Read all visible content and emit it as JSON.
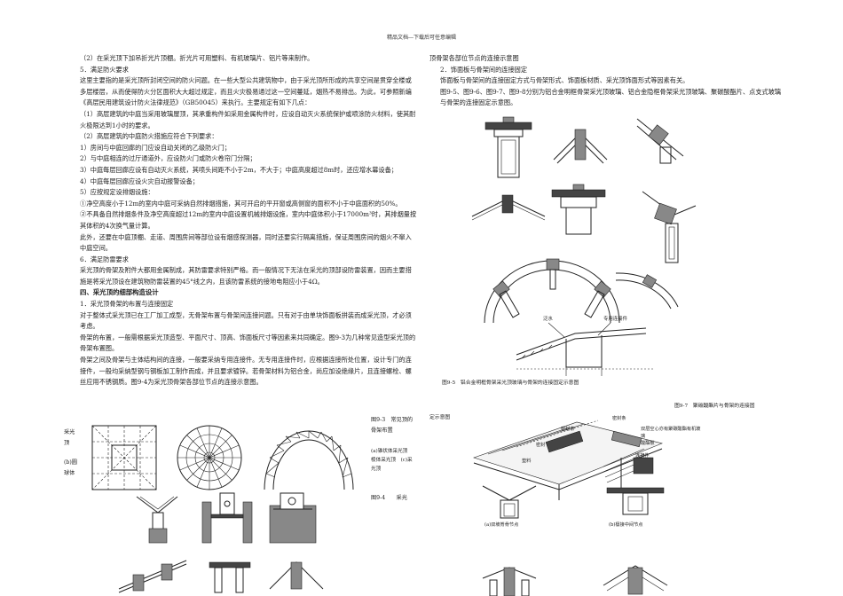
{
  "header": "精品文档---下载后可任意编辑",
  "left_paragraphs": [
    {
      "text": "（2）在采光顶下加吊折光片顶棚。折光片可用塑料、有机玻璃片、铝片等来制作。",
      "cls": "ind"
    },
    {
      "text": "5．满足防火要求",
      "cls": "ind"
    },
    {
      "text": "这里主要指的是采光顶所封闭空间的防火问题。在一些大型公共建筑物中，由于采光顶所形成的共享空间是贯穿全楼或多层楼层，从而使得防火分区面积大大超过规定，而且火灾极易通过这一空间蔓延，烟热不易排出。为此，可参照新编《高层民用建筑设计防火法律规范》（GB50045）来执行。主要规定有如下几点：",
      "cls": "ind"
    },
    {
      "text": "（1）高层建筑的中庭当采用玻璃屋顶，其承重构件如采用金属构件时，应设自动灭火系统保护或喷涂防火材料，使其耐火极限达到1小时的要求。",
      "cls": "ind"
    },
    {
      "text": "（2）高层建筑的中庭防火措施应符合下列要求：",
      "cls": "ind"
    },
    {
      "text": "1）房间与中庭回廊的门应设自动关闭的乙级防火门；",
      "cls": "ind"
    },
    {
      "text": "2）与中庭相连的过厅通道外，应设防火门或防火卷帘门分隔；",
      "cls": "ind"
    },
    {
      "text": "3）中庭每层回廊应设有自动灭火系统，其喷头间距不小于2m，不大于；中庭高度超过8m时，还应增水幕设备；",
      "cls": "ind"
    },
    {
      "text": "4）中庭每层回廊应设火灾自动报警设备；",
      "cls": "ind"
    },
    {
      "text": "5）应按规定设排烟设施：",
      "cls": "ind"
    },
    {
      "text": "①净空高度小于12m的室内中庭可采纳自然排烟措施，其可开启的平开窗或高侧窗的面积不小于中庭面积的50%。",
      "cls": "ind"
    },
    {
      "text": "②不具备自然排烟条件及净空高度超过12m的室内中庭设置机械排烟设施，室内中庭体积小于17000m³时，其排烟量按其体积的4次换气量计算。",
      "cls": "ind"
    },
    {
      "text": "此外，还要在中庭顶棚、走道、周围房间等部位设有烟感探测器，同时还要实行隔离措施，保证周围房间的烟火不窜入中庭空间。",
      "cls": "ind"
    },
    {
      "text": "6．满足防雷要求",
      "cls": "ind"
    },
    {
      "text": "采光顶的骨架及附件大都用金属制成，其防雷要求特别严格。而一般情况下无法在采光的顶部设防雷装置，因而主要措施是将采光顶设在建筑物防雷装置的45°线之内，且该防雷系统的接地电阻应小于4Ω。",
      "cls": "ind"
    },
    {
      "text": "四、采光顶的细部构造设计",
      "cls": "h4"
    },
    {
      "text": "1．采光顶骨架的布置与连接固定",
      "cls": "ind"
    },
    {
      "text": "对于整体式采光顶已在工厂加工成型，无骨架布置与骨架间连接问题。只有对于由单块饰面板拼装而成采光顶，才必须考虑。",
      "cls": "ind"
    },
    {
      "text": "骨架的布置，一般需根据采光顶造型、平面尺寸、顶高、饰面板尺寸等因素来共同确定。图9-3为几种常见造型采光顶的骨架布置图。",
      "cls": "ind"
    },
    {
      "text": "骨架之间及骨架与主体结构间的连接，一般要采纳专用连接件。无专用连接件时，应根据连接所处位置，设计专门的连接件，一般均采纳型钢与钢板加工制作而成，并且要求镀锌。若骨架材料为铝合金，尚应加设绝缘片，且连接螺栓、螺丝应用不锈钢质。图9-4为采光顶骨架各部位节点的连接示意图。",
      "cls": "ind"
    }
  ],
  "right_paragraphs": [
    {
      "text": "顶骨架各部位节点的连接示意图",
      "cls": "p"
    },
    {
      "text": "2．饰面板与骨架间的连接固定",
      "cls": "ind"
    },
    {
      "text": "饰面板与骨架间的连接固定方式与骨架形式、饰面板材质、采光顶饰面形式等因素有关。",
      "cls": "ind"
    },
    {
      "text": "图9-5、图9-6、图9-7、图9-8分别为铝合金明框骨架采光顶玻璃、铝合金隐框骨架采光顶玻璃、聚碳酸酯片、点支式玻璃与骨架的连接固定示意图。",
      "cls": "ind"
    }
  ],
  "captions": {
    "fig93": "图9-3　常见顶的骨架布置",
    "fig93_sub": "(a)锥状体采光顶　棱体采光顶　(c)采光顶",
    "fig93_left_a": "采光",
    "fig93_left_b": "顶",
    "fig93_left_c": "(b)圆",
    "fig93_left_d": "球体",
    "fig94": "图9-4　　采光",
    "fig95": "图9-5　铝合金明框骨架采光顶玻璃与骨架的连接固定示意图",
    "fig97a": "图9-7　聚碳酸酯片与骨架的连接固",
    "fig97b": "定示意图"
  },
  "labels": {
    "gutter": "泛水",
    "connector": "专用连接件",
    "sealant": "密封条",
    "pc_sheet": "双层空心亦有聚碳酸酯有机玻璃",
    "pc_sheet2": "酸酯板",
    "seal_cap": "密封条",
    "rubber": "密封",
    "connector2": "连接件",
    "gasket": "垫料",
    "node_a": "(a)双坡脊骨节点",
    "node_b": "(b)檩接中间节点"
  }
}
